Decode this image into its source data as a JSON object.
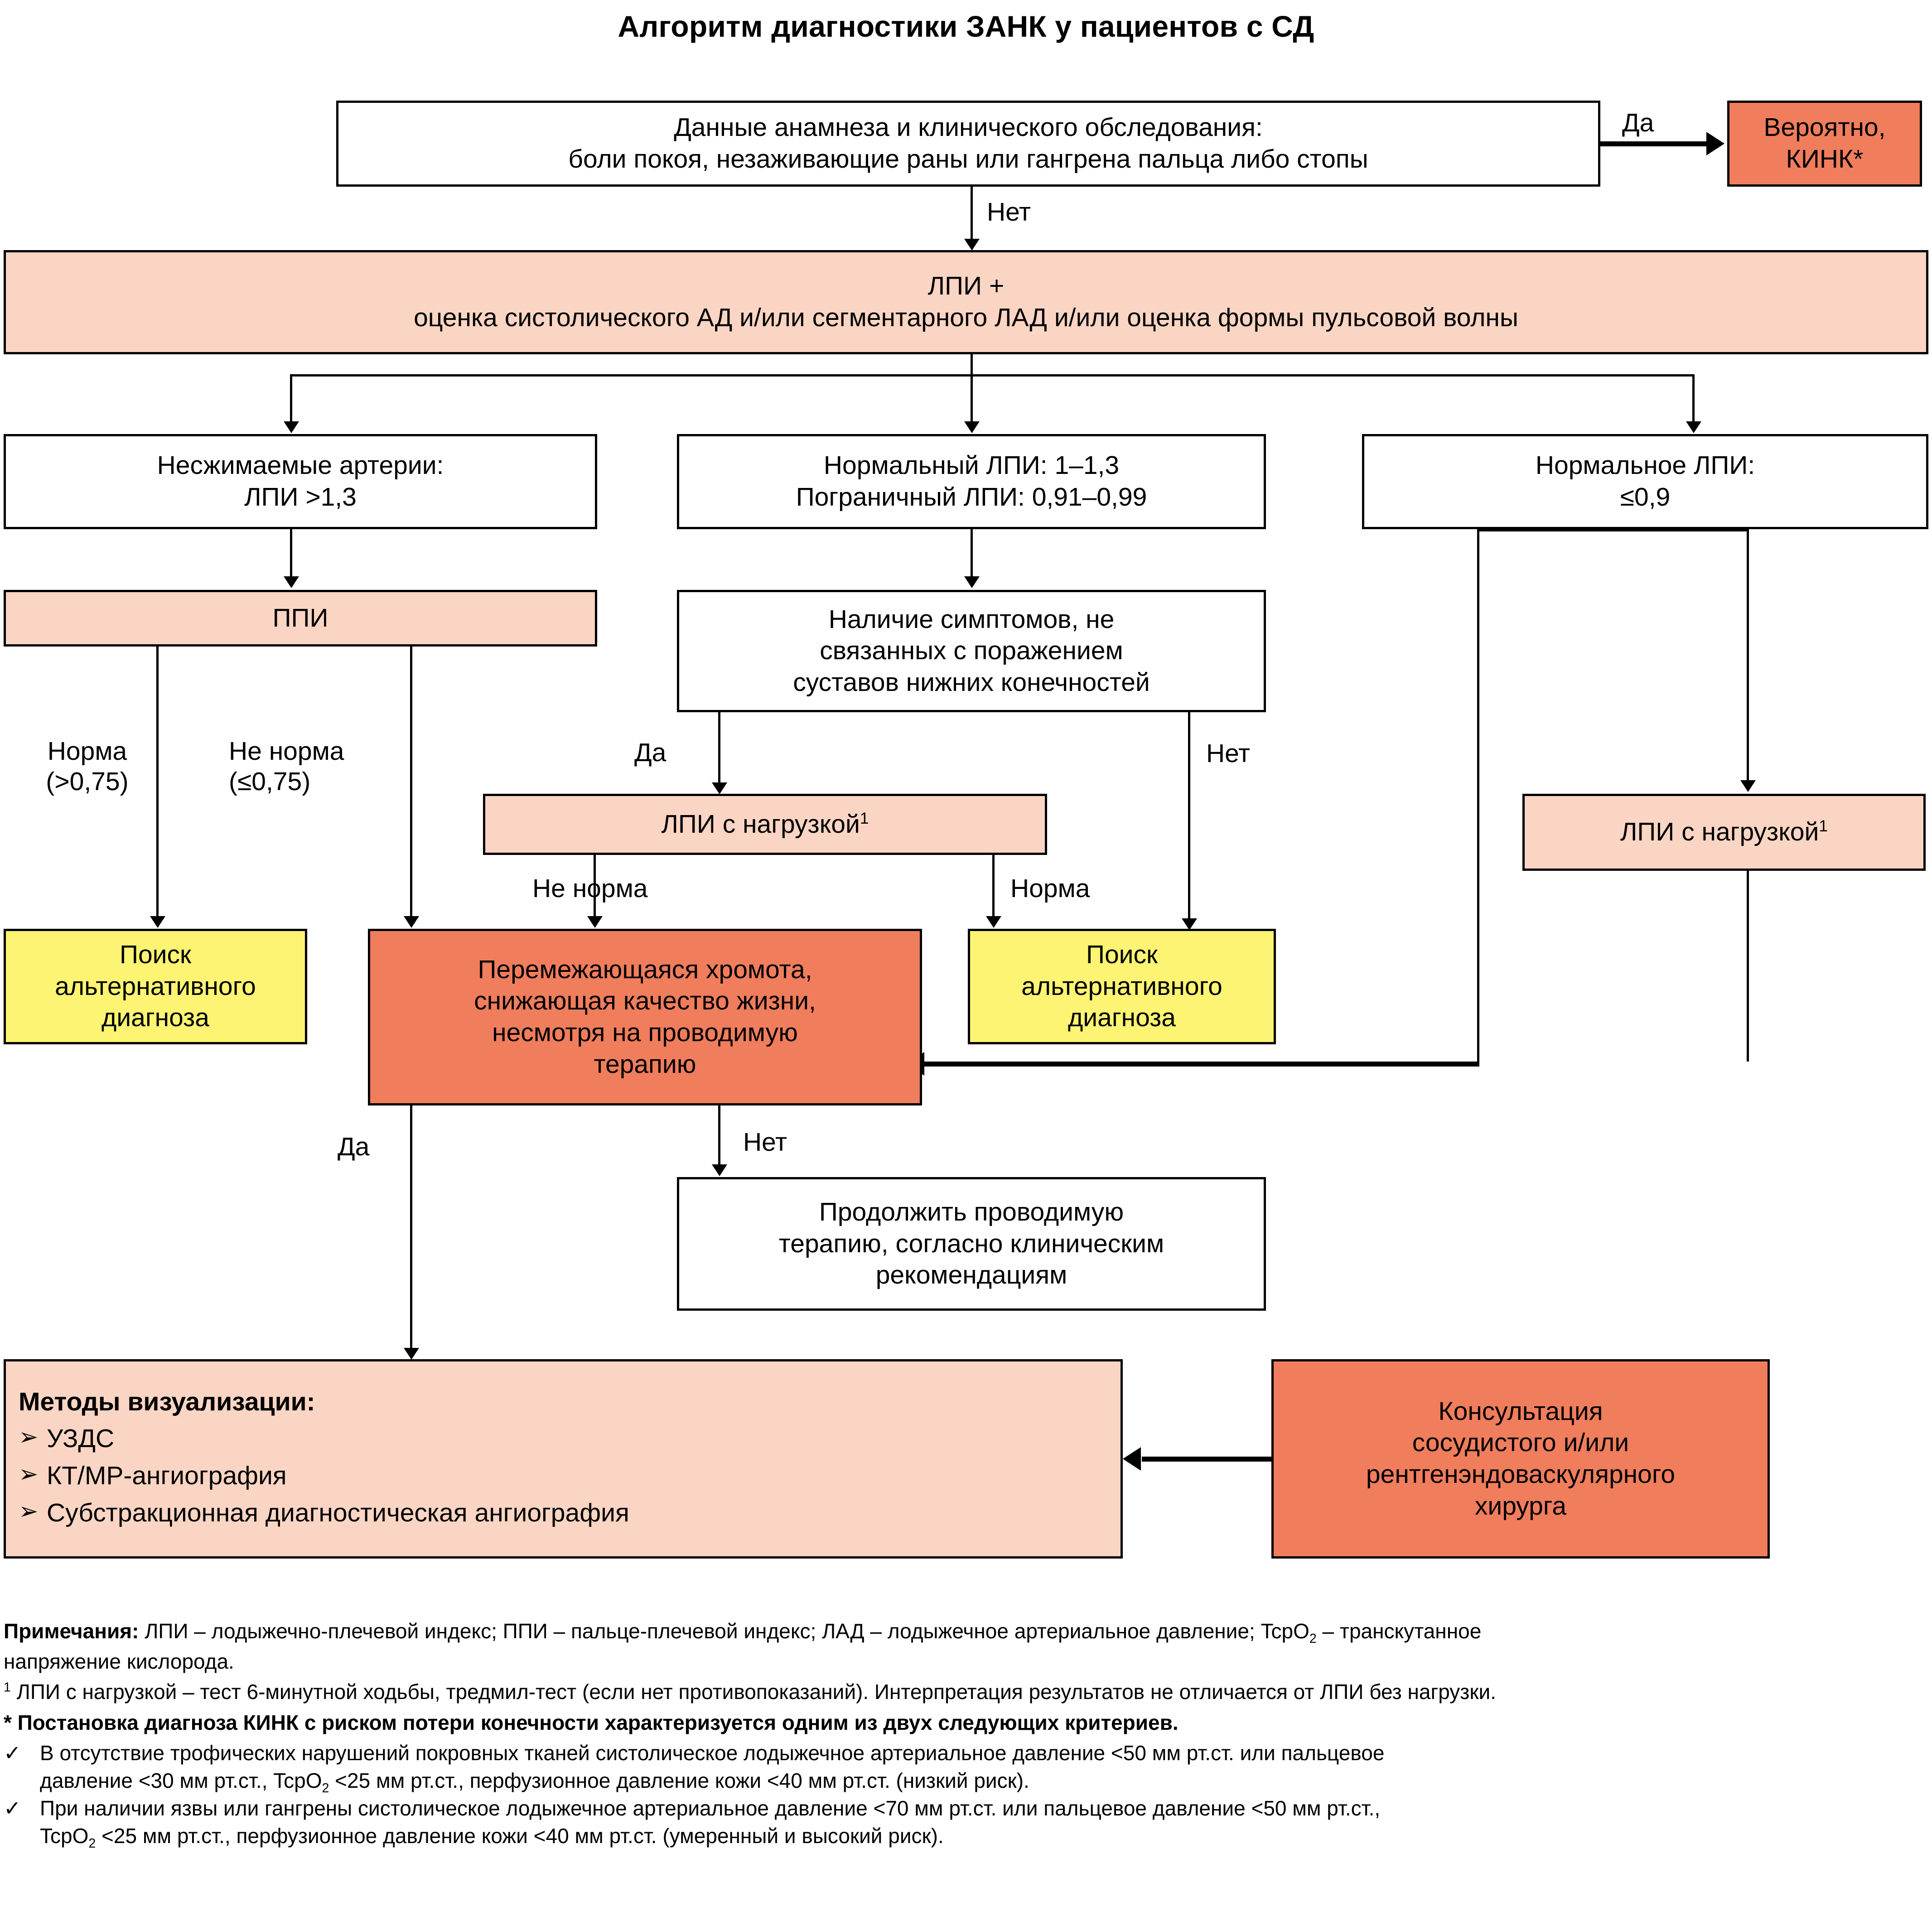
{
  "title": "Алгоритм диагностики ЗАНК у пациентов с СД",
  "colors": {
    "peach": "#fbd5c3",
    "salmon": "#f07d5c",
    "yellow": "#fcf472",
    "white": "#ffffff",
    "outline": "#000000"
  },
  "nodes": {
    "history": {
      "line1": "Данные анамнеза и клинического обследования:",
      "line2": "боли покоя, незаживающие раны или гангрена пальца либо стопы"
    },
    "clti": {
      "line1": "Вероятно,",
      "line2": "КИНК*"
    },
    "abi_eval": {
      "line1": "ЛПИ +",
      "line2": "оценка систолического АД и/или сегментарного ЛАД и/или оценка формы пульсовой волны"
    },
    "incompressible": {
      "line1": "Несжимаемые артерии:",
      "line2": "ЛПИ >1,3"
    },
    "normal_abi": {
      "line1": "Нормальный ЛПИ: 1–1,3",
      "line2": "Пограничный ЛПИ: 0,91–0,99"
    },
    "low_abi": {
      "line1": "Нормальное ЛПИ:",
      "line2": "≤0,9"
    },
    "tbi": {
      "line1": "ППИ"
    },
    "symptoms": {
      "line1": "Наличие симптомов, не",
      "line2": "связанных с поражением",
      "line3": "суставов нижних конечностей"
    },
    "exercise_abi_mid": {
      "line1": "ЛПИ с нагрузкой",
      "sup": "1"
    },
    "exercise_abi_right": {
      "line1": "ЛПИ с нагрузкой",
      "sup": "1"
    },
    "alt_diag_left": {
      "line1": "Поиск",
      "line2": "альтернативного",
      "line3": "диагноза"
    },
    "alt_diag_right": {
      "line1": "Поиск",
      "line2": "альтернативного",
      "line3": "диагноза"
    },
    "claudication": {
      "line1": "Перемежающаяся хромота,",
      "line2": "снижающая качество жизни,",
      "line3": "несмотря на проводимую",
      "line4": "терапию"
    },
    "continue_therapy": {
      "line1": "Продолжить проводимую",
      "line2": "терапию, согласно клиническим",
      "line3": "рекомендациям"
    },
    "imaging": {
      "title": "Методы визуализации:",
      "bullet_glyph": "➢",
      "items": [
        "УЗДС",
        "КТ/МР-ангиография",
        "Субстракционная диагностическая ангиография"
      ]
    },
    "consult": {
      "line1": "Консультация",
      "line2": "сосудистого и/или",
      "line3": "рентгенэндоваскулярного",
      "line4": "хирурга"
    }
  },
  "edge_labels": {
    "history_yes": "Да",
    "history_no": "Нет",
    "tbi_normal_l1": "Норма",
    "tbi_normal_l2": "(>0,75)",
    "tbi_abnormal_l1": "Не норма",
    "tbi_abnormal_l2": "(≤0,75)",
    "symptoms_yes": "Да",
    "symptoms_no": "Нет",
    "exercise_abnormal": "Не норма",
    "exercise_normal": "Норма",
    "claudication_yes": "Да",
    "claudication_no": "Нет"
  },
  "notes": {
    "label": "Примечания:",
    "line1_a": " ЛПИ – лодыжечно-плечевой индекс; ППИ – пальце-плечевой индекс; ЛАД – лодыжечное артериальное давление; TcpO",
    "line1_sub": "2",
    "line1_b": " –  транскутанное",
    "line2": "напряжение кислорода.",
    "footnote1_mark": "1",
    "footnote1": " ЛПИ с нагрузкой – тест 6-минутной ходьбы, тредмил-тест (если нет противопоказаний). Интерпретация результатов не отличается от ЛПИ без нагрузки.",
    "footnote_star_mark": "*",
    "footnote_star": " Постановка диагноза КИНК с риском потери конечности характеризуется одним из двух следующих критериев.",
    "check_glyph": "✓",
    "bullet1_a": "В отсутствие трофических нарушений покровных тканей систолическое лодыжечное артериальное давление <50 мм рт.ст. или пальцевое",
    "bullet1_b1": "давление <30 мм рт.ст., TcpO",
    "bullet1_sub": "2",
    "bullet1_b2": " <25 мм рт.ст., перфузионное давление кожи <40 мм рт.ст. (низкий риск).",
    "bullet2_a": "При наличии язвы или гангрены систолическое лодыжечное артериальное давление <70 мм рт.ст. или пальцевое давление <50 мм рт.ст.,",
    "bullet2_b1": "TcpO",
    "bullet2_sub": "2",
    "bullet2_b2": " <25 мм рт.ст., перфузионное давление кожи <40 мм рт.ст. (умеренный и высокий риск)."
  }
}
